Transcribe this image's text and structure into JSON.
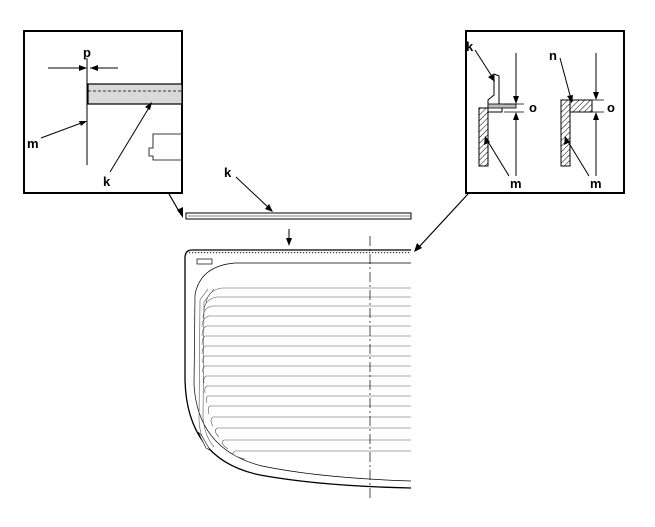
{
  "diagram": {
    "left_detail": {
      "labels": {
        "p": "p",
        "m": "m",
        "k": "k"
      }
    },
    "right_detail": {
      "labels": {
        "k": "k",
        "n": "n",
        "o1": "o",
        "o2": "o",
        "m1": "m",
        "m2": "m"
      }
    },
    "molding_label": "k"
  }
}
